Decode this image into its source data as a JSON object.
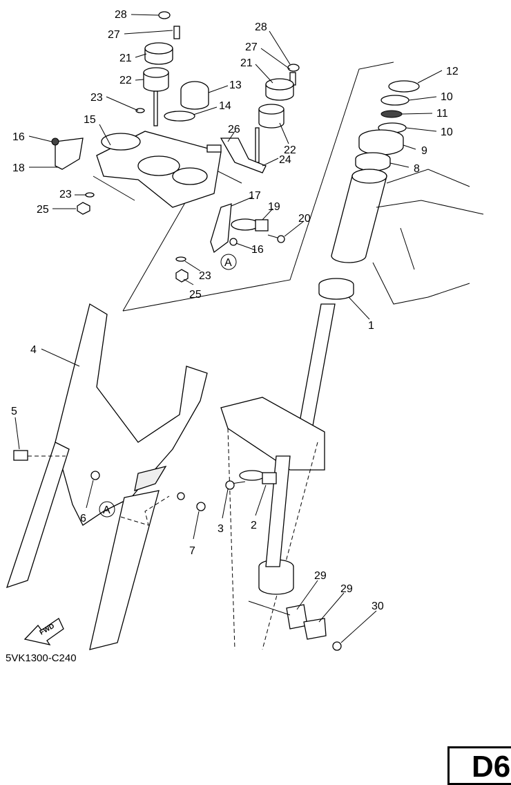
{
  "diagram": {
    "callouts": [
      {
        "id": "c28a",
        "text": "28"
      },
      {
        "id": "c27a",
        "text": "27"
      },
      {
        "id": "c21a",
        "text": "21"
      },
      {
        "id": "c22a",
        "text": "22"
      },
      {
        "id": "c23a",
        "text": "23"
      },
      {
        "id": "c13",
        "text": "13"
      },
      {
        "id": "c14",
        "text": "14"
      },
      {
        "id": "c15",
        "text": "15"
      },
      {
        "id": "c16a",
        "text": "16"
      },
      {
        "id": "c18",
        "text": "18"
      },
      {
        "id": "c26",
        "text": "26"
      },
      {
        "id": "c24",
        "text": "24"
      },
      {
        "id": "c23b",
        "text": "23"
      },
      {
        "id": "c25a",
        "text": "25"
      },
      {
        "id": "c17",
        "text": "17"
      },
      {
        "id": "c19",
        "text": "19"
      },
      {
        "id": "c20",
        "text": "20"
      },
      {
        "id": "c16b",
        "text": "16"
      },
      {
        "id": "c23c",
        "text": "23"
      },
      {
        "id": "c25b",
        "text": "25"
      },
      {
        "id": "c28b",
        "text": "28"
      },
      {
        "id": "c27b",
        "text": "27"
      },
      {
        "id": "c21b",
        "text": "21"
      },
      {
        "id": "c22b",
        "text": "22"
      },
      {
        "id": "c12",
        "text": "12"
      },
      {
        "id": "c10a",
        "text": "10"
      },
      {
        "id": "c11",
        "text": "11"
      },
      {
        "id": "c10b",
        "text": "10"
      },
      {
        "id": "c9",
        "text": "9"
      },
      {
        "id": "c8",
        "text": "8"
      },
      {
        "id": "c1",
        "text": "1"
      },
      {
        "id": "c4",
        "text": "4"
      },
      {
        "id": "c5",
        "text": "5"
      },
      {
        "id": "c6",
        "text": "6"
      },
      {
        "id": "c7",
        "text": "7"
      },
      {
        "id": "c3",
        "text": "3"
      },
      {
        "id": "c2",
        "text": "2"
      },
      {
        "id": "c29a",
        "text": "29"
      },
      {
        "id": "c29b",
        "text": "29"
      },
      {
        "id": "c30",
        "text": "30"
      }
    ],
    "reference_marks": [
      "A",
      "A"
    ],
    "fwd_label": "FWD",
    "drawing_code": "5VK1300-C240",
    "page_id": "D6"
  }
}
